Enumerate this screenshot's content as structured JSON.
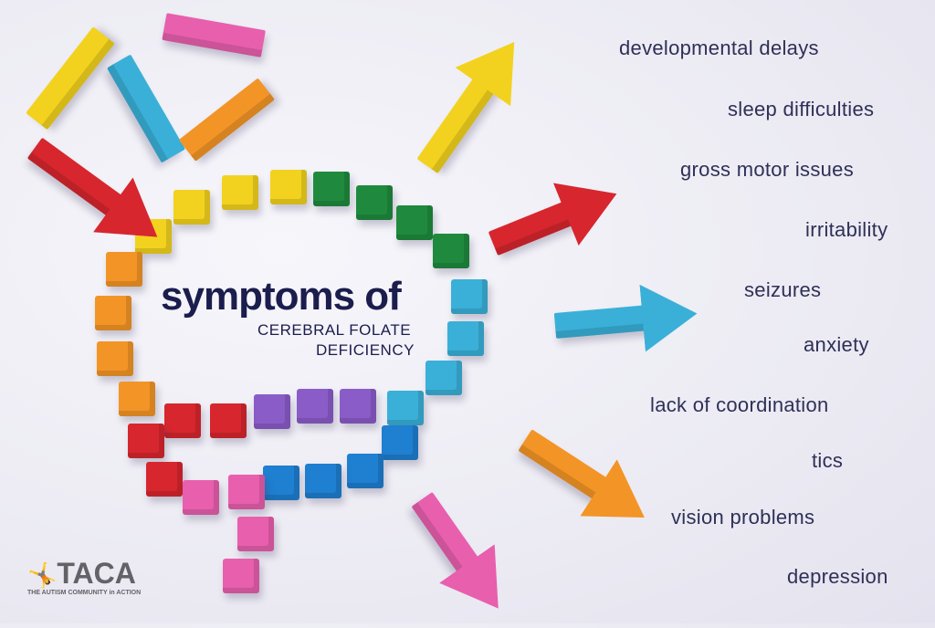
{
  "title": {
    "line1": "symptoms of",
    "line2": "CEREBRAL FOLATE",
    "line3": "DEFICIENCY"
  },
  "symptoms": [
    "developmental delays",
    "sleep difficulties",
    "gross motor issues",
    "irritability",
    "seizures",
    "anxiety",
    "lack of coordination",
    "tics",
    "vision problems",
    "depression"
  ],
  "logo": {
    "name": "TACA",
    "tagline": "THE AUTISM COMMUNITY in ACTION",
    "icon": "two-figures-icon"
  },
  "colors": {
    "text": "#1b1d4d",
    "yellow": "#f2d21e",
    "green": "#1f8a3e",
    "cyan": "#3ab0d8",
    "blue": "#1f7fd0",
    "purple": "#8a5cc8",
    "red": "#d7262e",
    "orange": "#f39426",
    "pink": "#e85fae"
  }
}
